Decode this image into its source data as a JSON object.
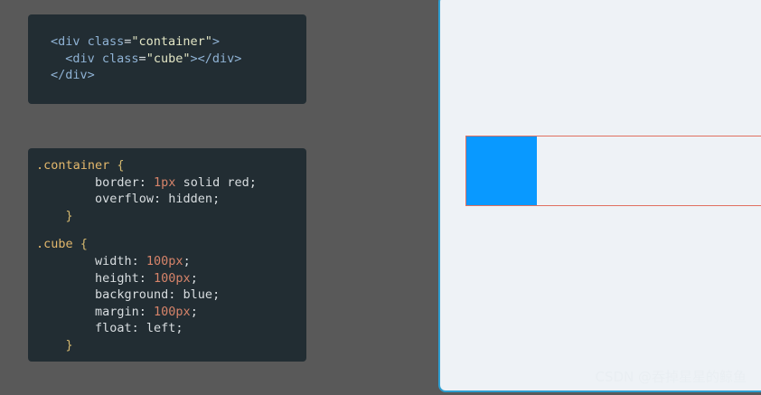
{
  "html_snippet": {
    "lines": [
      [
        {
          "t": "<div ",
          "c": "tag"
        },
        {
          "t": "class",
          "c": "attr"
        },
        {
          "t": "=",
          "c": "punct"
        },
        {
          "t": "\"container\"",
          "c": "str"
        },
        {
          "t": ">",
          "c": "tag"
        }
      ],
      [
        {
          "t": "  <div ",
          "c": "tag"
        },
        {
          "t": "class",
          "c": "attr"
        },
        {
          "t": "=",
          "c": "punct"
        },
        {
          "t": "\"cube\"",
          "c": "str"
        },
        {
          "t": "></div>",
          "c": "tag"
        }
      ],
      [
        {
          "t": "</div>",
          "c": "tag"
        }
      ]
    ]
  },
  "css_snippet": {
    "lines": [
      [
        {
          "t": ".container ",
          "c": "sel"
        },
        {
          "t": "{",
          "c": "brace"
        }
      ],
      [
        {
          "t": "        border: ",
          "c": "prop"
        },
        {
          "t": "1px",
          "c": "num"
        },
        {
          "t": " solid red;",
          "c": "prop"
        }
      ],
      [
        {
          "t": "        overflow: hidden;",
          "c": "prop"
        }
      ],
      [
        {
          "t": "    }",
          "c": "brace"
        }
      ],
      "gap",
      [
        {
          "t": ".cube ",
          "c": "sel"
        },
        {
          "t": "{",
          "c": "brace"
        }
      ],
      [
        {
          "t": "        width: ",
          "c": "prop"
        },
        {
          "t": "100px",
          "c": "num"
        },
        {
          "t": ";",
          "c": "prop"
        }
      ],
      [
        {
          "t": "        height: ",
          "c": "prop"
        },
        {
          "t": "100px",
          "c": "num"
        },
        {
          "t": ";",
          "c": "prop"
        }
      ],
      [
        {
          "t": "        background: blue;",
          "c": "prop"
        }
      ],
      [
        {
          "t": "        margin: ",
          "c": "prop"
        },
        {
          "t": "100px",
          "c": "num"
        },
        {
          "t": ";",
          "c": "prop"
        }
      ],
      [
        {
          "t": "        float: left;",
          "c": "prop"
        }
      ],
      [
        {
          "t": "    }",
          "c": "brace"
        }
      ]
    ]
  },
  "preview": {
    "container_border_color": "#e07060",
    "cube_color": "#0999ff",
    "frame_border_color": "#2e9fd2"
  },
  "watermark": "CSDN @吞掉星星的鲸鱼"
}
